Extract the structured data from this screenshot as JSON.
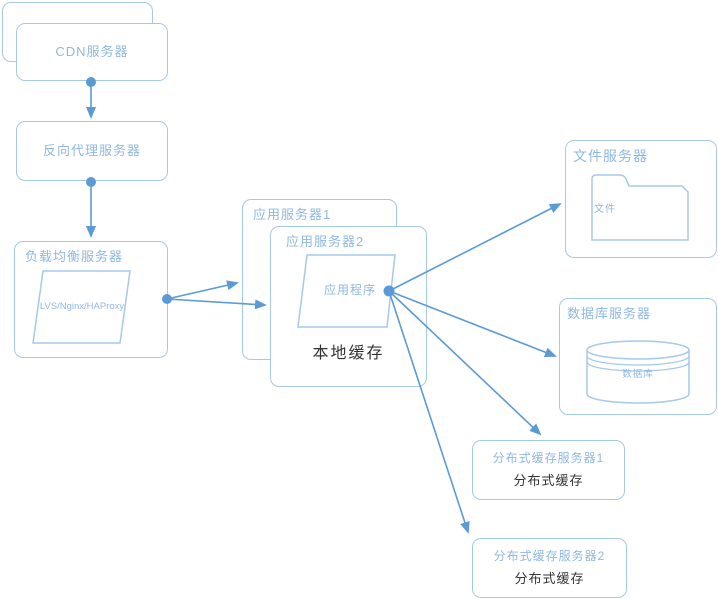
{
  "diagram": {
    "nodes": {
      "cdn": {
        "label": "CDN服务器"
      },
      "reverse_proxy": {
        "label": "反向代理服务器"
      },
      "load_balancer": {
        "label": "负载均衡服务器",
        "component": "LVS/Nginx/HAProxy"
      },
      "app_server_1": {
        "label": "应用服务器1"
      },
      "app_server_2": {
        "label": "应用服务器2",
        "component": "应用程序",
        "note": "本地缓存"
      },
      "file_server": {
        "label": "文件服务器",
        "component": "文件"
      },
      "db_server": {
        "label": "数据库服务器",
        "component": "数据库"
      },
      "cache_server_1": {
        "label": "分布式缓存服务器1",
        "note": "分布式缓存"
      },
      "cache_server_2": {
        "label": "分布式缓存服务器2",
        "note": "分布式缓存"
      }
    },
    "edges": [
      {
        "from": "CDN服务器",
        "to": "反向代理服务器"
      },
      {
        "from": "反向代理服务器",
        "to": "负载均衡服务器"
      },
      {
        "from": "负载均衡服务器",
        "to": "应用服务器1"
      },
      {
        "from": "负载均衡服务器",
        "to": "应用服务器2"
      },
      {
        "from": "应用程序",
        "to": "文件服务器"
      },
      {
        "from": "应用程序",
        "to": "数据库服务器"
      },
      {
        "from": "应用程序",
        "to": "分布式缓存服务器1"
      },
      {
        "from": "应用程序",
        "to": "分布式缓存服务器2"
      }
    ],
    "colors": {
      "connector": "#5b9bd5",
      "shape_border": "#a6c8ea",
      "label_text": "#8fb8e0",
      "note_text": "#333333",
      "background": "#ffffff"
    }
  }
}
